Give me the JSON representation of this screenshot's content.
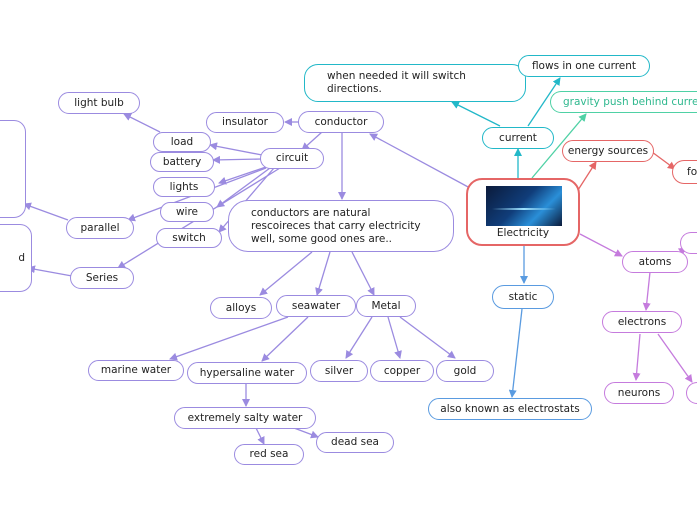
{
  "center": {
    "label": "Electricity"
  },
  "nodes": {
    "conductor": "conductor",
    "insulator": "insulator",
    "light_bulb": "light bulb",
    "load": "load",
    "battery": "battery",
    "circuit": "circuit",
    "lights": "lights",
    "wire": "wire",
    "switch": "switch",
    "parallel": "parallel",
    "series": "Series",
    "conductors_desc": "conductors are natural rescoireces that carry electricity well, some good ones are..",
    "alloys": "alloys",
    "seawater": "seawater",
    "metal": "Metal",
    "marine_water": "marine water",
    "hypersaline_water": "hypersaline water",
    "silver": "silver",
    "copper": "copper",
    "gold": "gold",
    "extremely_salty_water": "extremely salty water",
    "dead_sea": "dead sea",
    "red_sea": "red sea",
    "when_needed": "when needed it will switch directions.",
    "flows_one_current": "flows in one current",
    "current": "current",
    "gravity_push": "gravity push behind current",
    "energy_sources": "energy sources",
    "fo_partial": "fo",
    "static": "static",
    "also_known": "also known as electrostats",
    "atoms": "atoms",
    "electrons": "electrons",
    "neurons": "neurons",
    "left_partial_d": "d"
  },
  "colors": {
    "purple": "#9b8be0",
    "teal": "#22b8c8",
    "red": "#e56666",
    "green": "#4fd1a5",
    "blue": "#5a9be0",
    "pink": "#c57bdd"
  }
}
